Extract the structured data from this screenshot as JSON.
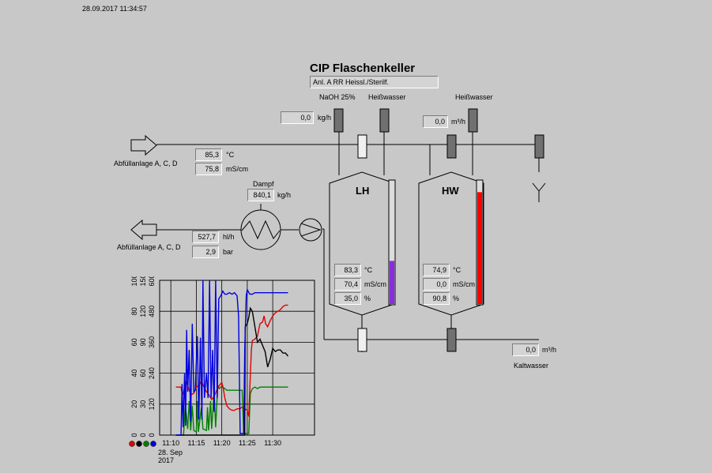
{
  "timestamp": "28.09.2017 11:34:57",
  "title": "CIP Flaschenkeller",
  "subtitle": "Anl. A RR Heissl./Sterilf.",
  "labels": {
    "naoh": "NaOH 25%",
    "hotwater1": "Heißwasser",
    "hotwater2": "Heißwasser",
    "abfuell1": "Abfüllanlage A, C, D",
    "abfuell2": "Abfüllanlage A, C, D",
    "dampf": "Dampf",
    "kaltwasser": "Kaltwasser",
    "tank_lh": "LH",
    "tank_hw": "HW"
  },
  "values": {
    "naoh_flow": "0,0",
    "naoh_flow_unit": "kg/h",
    "hw_flow": "0,0",
    "hw_flow_unit": "m³/h",
    "temp_a": "85,3",
    "temp_a_unit": "°C",
    "cond_a": "75,8",
    "cond_a_unit": "mS/cm",
    "steam": "840,1",
    "steam_unit": "kg/h",
    "flow_b": "527,7",
    "flow_b_unit": "hl/h",
    "press_b": "2,9",
    "press_b_unit": "bar",
    "lh_temp": "83,3",
    "lh_temp_unit": "°C",
    "lh_cond": "70,4",
    "lh_cond_unit": "mS/cm",
    "lh_level": "35,0",
    "lh_level_unit": "%",
    "hw_temp": "74,9",
    "hw_temp_unit": "°C",
    "hw_cond": "0,0",
    "hw_cond_unit": "mS/cm",
    "hw_level": "90,8",
    "hw_level_unit": "%",
    "kw_flow": "0,0",
    "kw_flow_unit": "m³/h"
  },
  "levels": {
    "lh_percent": 35.0,
    "hw_percent": 90.8
  },
  "colors": {
    "lh_level": "#8a2be2",
    "hw_level": "#ff0000",
    "valve": "#707070"
  },
  "chart_data": {
    "type": "line",
    "x_ticks": [
      "11:10",
      "11:15",
      "11:20",
      "11:25",
      "11:30"
    ],
    "date_label": [
      "28. Sep",
      "2017"
    ],
    "y_axes": [
      [
        "0",
        "20",
        "40",
        "60",
        "80",
        "100"
      ],
      [
        "0",
        "30",
        "60",
        "90",
        "120",
        "150"
      ],
      [
        "0",
        "120",
        "240",
        "360",
        "480",
        "600"
      ]
    ],
    "series": [
      {
        "color": "#e00000",
        "values": [
          [
            11.0,
            31
          ],
          [
            11.1,
            31
          ],
          [
            11.2,
            31
          ],
          [
            11.3,
            31
          ],
          [
            11.4,
            31
          ],
          [
            11.5,
            31
          ],
          [
            11.6,
            31
          ],
          [
            11.7,
            31
          ],
          [
            11.8,
            31
          ],
          [
            11.9,
            31
          ],
          [
            12.0,
            31
          ],
          [
            12.1,
            29
          ],
          [
            12.3,
            26
          ],
          [
            12.5,
            28
          ],
          [
            12.8,
            32
          ],
          [
            13.0,
            35
          ],
          [
            13.3,
            32
          ],
          [
            13.6,
            29
          ],
          [
            14.0,
            26
          ],
          [
            14.5,
            27
          ],
          [
            15.0,
            31
          ],
          [
            15.5,
            32
          ],
          [
            16.0,
            35
          ],
          [
            16.5,
            31
          ],
          [
            17.0,
            28
          ],
          [
            17.5,
            26
          ],
          [
            18.0,
            23
          ],
          [
            18.5,
            25
          ],
          [
            19.0,
            29
          ],
          [
            19.5,
            32
          ],
          [
            20.0,
            34
          ],
          [
            20.3,
            30
          ],
          [
            20.6,
            24
          ],
          [
            21.0,
            19
          ],
          [
            21.5,
            17
          ],
          [
            22.0,
            16
          ],
          [
            22.5,
            16
          ],
          [
            23.0,
            17
          ],
          [
            23.5,
            17
          ],
          [
            24.0,
            18
          ],
          [
            24.5,
            17
          ],
          [
            25.0,
            16
          ],
          [
            25.3,
            12
          ],
          [
            25.5,
            30
          ],
          [
            25.8,
            55
          ],
          [
            26.0,
            61
          ],
          [
            26.5,
            62
          ],
          [
            27.0,
            64
          ],
          [
            27.5,
            72
          ],
          [
            28.0,
            73
          ],
          [
            28.3,
            77
          ],
          [
            28.6,
            72
          ],
          [
            29.0,
            70
          ],
          [
            29.5,
            74
          ],
          [
            30.0,
            77
          ],
          [
            30.5,
            79
          ],
          [
            31.0,
            80
          ],
          [
            31.5,
            81
          ],
          [
            32.0,
            83
          ],
          [
            32.5,
            84
          ],
          [
            33.0,
            84
          ]
        ]
      },
      {
        "color": "#000000",
        "values": [
          [
            11.0,
            0
          ],
          [
            12.0,
            0
          ],
          [
            13.0,
            0
          ],
          [
            14.0,
            0
          ],
          [
            15.0,
            0
          ],
          [
            16.0,
            0
          ],
          [
            17.0,
            0
          ],
          [
            18.0,
            0
          ],
          [
            19.0,
            0
          ],
          [
            20.0,
            0
          ],
          [
            21.0,
            0
          ],
          [
            22.0,
            0
          ],
          [
            23.0,
            0
          ],
          [
            24.0,
            0
          ],
          [
            24.5,
            0
          ],
          [
            24.6,
            70
          ],
          [
            25.0,
            72
          ],
          [
            25.3,
            76
          ],
          [
            25.6,
            82
          ],
          [
            26.0,
            80
          ],
          [
            26.3,
            74
          ],
          [
            26.6,
            68
          ],
          [
            27.0,
            60
          ],
          [
            27.5,
            62
          ],
          [
            28.0,
            58
          ],
          [
            28.5,
            54
          ],
          [
            29.0,
            44
          ],
          [
            29.5,
            49
          ],
          [
            30.0,
            56
          ],
          [
            30.5,
            54
          ],
          [
            31.0,
            55
          ],
          [
            31.5,
            55
          ],
          [
            32.0,
            53
          ],
          [
            32.5,
            53
          ],
          [
            33.0,
            51
          ]
        ]
      },
      {
        "color": "#008000",
        "values": [
          [
            11.0,
            0
          ],
          [
            11.5,
            0
          ],
          [
            12.0,
            0
          ],
          [
            12.5,
            0
          ],
          [
            12.8,
            18
          ],
          [
            13.0,
            15
          ],
          [
            13.3,
            4
          ],
          [
            13.6,
            22
          ],
          [
            13.9,
            3
          ],
          [
            14.2,
            19
          ],
          [
            14.5,
            3
          ],
          [
            15.0,
            2
          ],
          [
            15.2,
            22
          ],
          [
            15.4,
            2
          ],
          [
            16.0,
            18
          ],
          [
            16.3,
            4
          ],
          [
            17.0,
            3
          ],
          [
            17.2,
            18
          ],
          [
            17.4,
            3
          ],
          [
            17.8,
            22
          ],
          [
            18.0,
            4
          ],
          [
            18.5,
            28
          ],
          [
            18.8,
            5
          ],
          [
            19.2,
            32
          ],
          [
            19.5,
            30
          ],
          [
            19.8,
            31
          ],
          [
            20.2,
            31
          ],
          [
            20.6,
            30
          ],
          [
            21.0,
            29
          ],
          [
            21.5,
            29
          ],
          [
            22.0,
            29
          ],
          [
            22.5,
            29
          ],
          [
            23.0,
            29
          ],
          [
            23.5,
            29
          ],
          [
            24.0,
            29
          ],
          [
            24.3,
            1
          ],
          [
            25.0,
            1
          ],
          [
            25.3,
            1
          ],
          [
            25.6,
            27
          ],
          [
            26.0,
            30
          ],
          [
            26.5,
            31
          ],
          [
            27.0,
            30
          ],
          [
            27.5,
            31
          ],
          [
            28.0,
            31
          ],
          [
            29.0,
            31
          ],
          [
            30.0,
            31
          ],
          [
            31.0,
            31
          ],
          [
            32.0,
            31
          ],
          [
            33.0,
            31
          ]
        ]
      },
      {
        "color": "#0000e0",
        "values": [
          [
            11.0,
            0
          ],
          [
            11.5,
            0
          ],
          [
            12.0,
            0
          ],
          [
            12.2,
            33
          ],
          [
            12.4,
            5
          ],
          [
            12.7,
            40
          ],
          [
            12.9,
            6
          ],
          [
            13.1,
            68
          ],
          [
            13.3,
            28
          ],
          [
            13.6,
            55
          ],
          [
            13.9,
            9
          ],
          [
            14.2,
            72
          ],
          [
            14.5,
            28
          ],
          [
            14.8,
            29
          ],
          [
            15.2,
            64
          ],
          [
            15.5,
            10
          ],
          [
            15.8,
            63
          ],
          [
            16.1,
            10
          ],
          [
            16.3,
            100
          ],
          [
            16.6,
            24
          ],
          [
            17.0,
            40
          ],
          [
            17.3,
            24
          ],
          [
            17.6,
            100
          ],
          [
            17.9,
            24
          ],
          [
            18.2,
            55
          ],
          [
            18.5,
            15
          ],
          [
            18.8,
            100
          ],
          [
            19.1,
            24
          ],
          [
            19.4,
            88
          ],
          [
            19.8,
            90
          ],
          [
            20.2,
            93
          ],
          [
            20.6,
            91
          ],
          [
            21.0,
            91
          ],
          [
            21.5,
            92
          ],
          [
            22.0,
            91
          ],
          [
            22.5,
            92
          ],
          [
            23.0,
            90
          ],
          [
            23.3,
            77
          ],
          [
            23.6,
            1
          ],
          [
            24.0,
            1
          ],
          [
            24.3,
            1
          ],
          [
            24.5,
            55
          ],
          [
            24.8,
            90
          ],
          [
            25.0,
            94
          ],
          [
            25.5,
            91
          ],
          [
            26.0,
            91
          ],
          [
            26.5,
            92
          ],
          [
            27.0,
            92
          ],
          [
            28.0,
            92
          ],
          [
            29.0,
            92
          ],
          [
            30.0,
            92
          ],
          [
            31.0,
            92
          ],
          [
            32.0,
            92
          ],
          [
            33.0,
            92
          ]
        ]
      }
    ]
  }
}
